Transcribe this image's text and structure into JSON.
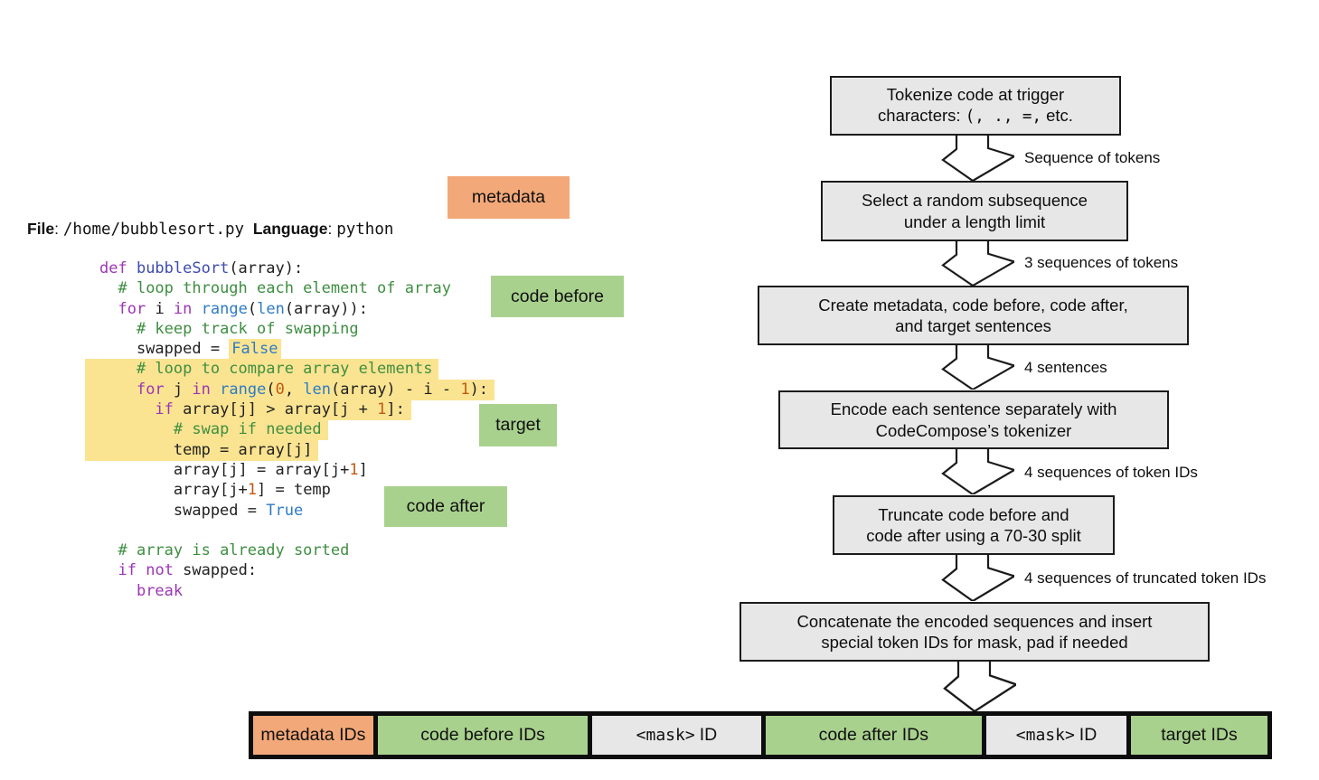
{
  "colors": {
    "orange": "#F2A878",
    "green": "#A9D18E",
    "highlight_yellow": "#FBE491",
    "flow_box_gray": "#E7E7E7",
    "keyword_purple": "#9C36B5",
    "function_navy": "#3C4CB0",
    "builtin_blue": "#2E7BC4",
    "comment_green": "#3E8E41",
    "number_orange": "#C05A12"
  },
  "tags": {
    "metadata": "metadata",
    "code_before": "code before",
    "target": "target",
    "code_after": "code after"
  },
  "file_line": {
    "file_label": "File",
    "file_sep": ": ",
    "file_value": "/home/bubblesort.py",
    "gap": "  ",
    "language_label": "Language",
    "language_sep": ": ",
    "language_value": "python"
  },
  "code": {
    "lines": [
      {
        "hl": false,
        "segments": [
          {
            "t": "def ",
            "c": "kw"
          },
          {
            "t": "bubbleSort",
            "c": "fn"
          },
          {
            "t": "(array):",
            "c": "pl"
          }
        ]
      },
      {
        "hl": false,
        "segments": [
          {
            "t": "  ",
            "c": "pl"
          },
          {
            "t": "# loop through each element of array",
            "c": "cm"
          }
        ]
      },
      {
        "hl": false,
        "segments": [
          {
            "t": "  ",
            "c": "pl"
          },
          {
            "t": "for",
            "c": "kw"
          },
          {
            "t": " i ",
            "c": "pl"
          },
          {
            "t": "in",
            "c": "kw"
          },
          {
            "t": " ",
            "c": "pl"
          },
          {
            "t": "range",
            "c": "bi"
          },
          {
            "t": "(",
            "c": "pl"
          },
          {
            "t": "len",
            "c": "bi"
          },
          {
            "t": "(array)):",
            "c": "pl"
          }
        ]
      },
      {
        "hl": false,
        "segments": [
          {
            "t": "    ",
            "c": "pl"
          },
          {
            "t": "# keep track of swapping",
            "c": "cm"
          }
        ]
      },
      {
        "hl": false,
        "segments": [
          {
            "t": "    swapped = ",
            "c": "pl"
          },
          {
            "t": "False",
            "c": "bi",
            "mark": true
          }
        ]
      },
      {
        "hl": true,
        "segments": [
          {
            "t": "    ",
            "c": "pl"
          },
          {
            "t": "# loop to compare array elements",
            "c": "cm"
          }
        ]
      },
      {
        "hl": true,
        "segments": [
          {
            "t": "    ",
            "c": "pl"
          },
          {
            "t": "for",
            "c": "kw"
          },
          {
            "t": " j ",
            "c": "pl"
          },
          {
            "t": "in",
            "c": "kw"
          },
          {
            "t": " ",
            "c": "pl"
          },
          {
            "t": "range",
            "c": "bi"
          },
          {
            "t": "(",
            "c": "pl"
          },
          {
            "t": "0",
            "c": "nm"
          },
          {
            "t": ", ",
            "c": "pl"
          },
          {
            "t": "len",
            "c": "bi"
          },
          {
            "t": "(array) - i - ",
            "c": "pl"
          },
          {
            "t": "1",
            "c": "nm"
          },
          {
            "t": "):",
            "c": "pl"
          }
        ]
      },
      {
        "hl": true,
        "segments": [
          {
            "t": "      ",
            "c": "pl"
          },
          {
            "t": "if",
            "c": "kw"
          },
          {
            "t": " array[j] > array[j + ",
            "c": "pl"
          },
          {
            "t": "1",
            "c": "nm"
          },
          {
            "t": "]:",
            "c": "pl"
          }
        ]
      },
      {
        "hl": true,
        "segments": [
          {
            "t": "        ",
            "c": "pl"
          },
          {
            "t": "# swap if needed",
            "c": "cm"
          }
        ]
      },
      {
        "hl": true,
        "segments": [
          {
            "t": "        temp = array[j]",
            "c": "pl"
          }
        ]
      },
      {
        "hl": false,
        "segments": [
          {
            "t": "        array[j] = array[j+",
            "c": "pl"
          },
          {
            "t": "1",
            "c": "nm"
          },
          {
            "t": "]",
            "c": "pl"
          }
        ]
      },
      {
        "hl": false,
        "segments": [
          {
            "t": "        array[j+",
            "c": "pl"
          },
          {
            "t": "1",
            "c": "nm"
          },
          {
            "t": "] = temp",
            "c": "pl"
          }
        ]
      },
      {
        "hl": false,
        "segments": [
          {
            "t": "        swapped = ",
            "c": "pl"
          },
          {
            "t": "True",
            "c": "bi"
          }
        ]
      },
      {
        "hl": false,
        "segments": []
      },
      {
        "hl": false,
        "segments": [
          {
            "t": "  ",
            "c": "pl"
          },
          {
            "t": "# array is already sorted",
            "c": "cm"
          }
        ]
      },
      {
        "hl": false,
        "segments": [
          {
            "t": "  ",
            "c": "pl"
          },
          {
            "t": "if",
            "c": "kw"
          },
          {
            "t": " ",
            "c": "pl"
          },
          {
            "t": "not",
            "c": "kw"
          },
          {
            "t": " swapped:",
            "c": "pl"
          }
        ]
      },
      {
        "hl": false,
        "segments": [
          {
            "t": "    ",
            "c": "pl"
          },
          {
            "t": "break",
            "c": "kw"
          }
        ]
      }
    ]
  },
  "flow": {
    "boxes": [
      {
        "lines": [
          "Tokenize code at trigger",
          [
            {
              "t": "characters: "
            },
            {
              "t": "(, ., =,",
              "mono": true
            },
            {
              "t": " etc."
            }
          ]
        ]
      },
      {
        "lines": [
          "Select a random subsequence",
          "under a length limit"
        ]
      },
      {
        "lines": [
          "Create metadata, code before, code after,",
          "and target sentences"
        ]
      },
      {
        "lines": [
          "Encode each sentence separately with",
          "CodeCompose’s tokenizer"
        ]
      },
      {
        "lines": [
          "Truncate code before and",
          "code after using a 70-30 split"
        ]
      },
      {
        "lines": [
          "Concatenate the encoded sequences and insert",
          "special token IDs for mask, pad if needed"
        ]
      }
    ],
    "arrow_labels": [
      "Sequence of tokens",
      "3 sequences of tokens",
      "4 sentences",
      "4 sequences of token IDs",
      "4 sequences of truncated token IDs"
    ]
  },
  "bar": {
    "segments": [
      {
        "text": "metadata IDs",
        "color": "orange"
      },
      {
        "text": "code before IDs",
        "color": "green"
      },
      {
        "mono": "<mask>",
        "text": "ID",
        "color": "gray"
      },
      {
        "text": "code after IDs",
        "color": "green"
      },
      {
        "mono": "<mask>",
        "text": "ID",
        "color": "gray"
      },
      {
        "text": "target IDs",
        "color": "green"
      }
    ]
  }
}
